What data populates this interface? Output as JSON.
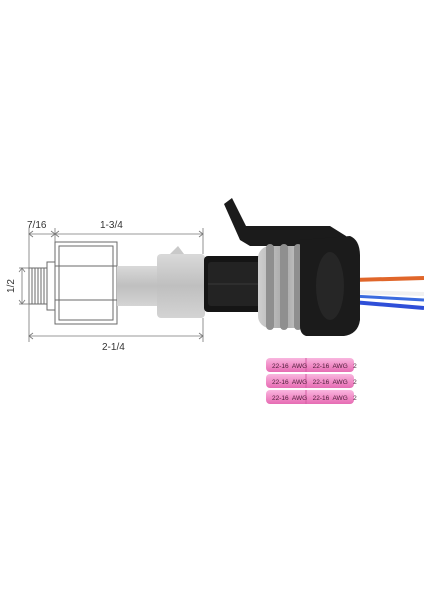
{
  "dimensions": {
    "nut_width": "7/16",
    "body_length": "1-3/4",
    "thread_diameter": "1/2",
    "overall_length": "2-1/4"
  },
  "splice_connectors": [
    {
      "print": "22-16  AWG   22-16  AWG   2"
    },
    {
      "print": "22-16  AWG   22-16  AWG   2"
    },
    {
      "print": "22-16  AWG   22-16  AWG   2"
    }
  ],
  "colors": {
    "connector_body": "#1b1b1b",
    "seal": "#b9b9b9",
    "wire_orange": "#e0662a",
    "wire_blue": "#2f4fd8",
    "wire_white": "#f1f1f1",
    "splice_pink": "#f28fc8"
  }
}
